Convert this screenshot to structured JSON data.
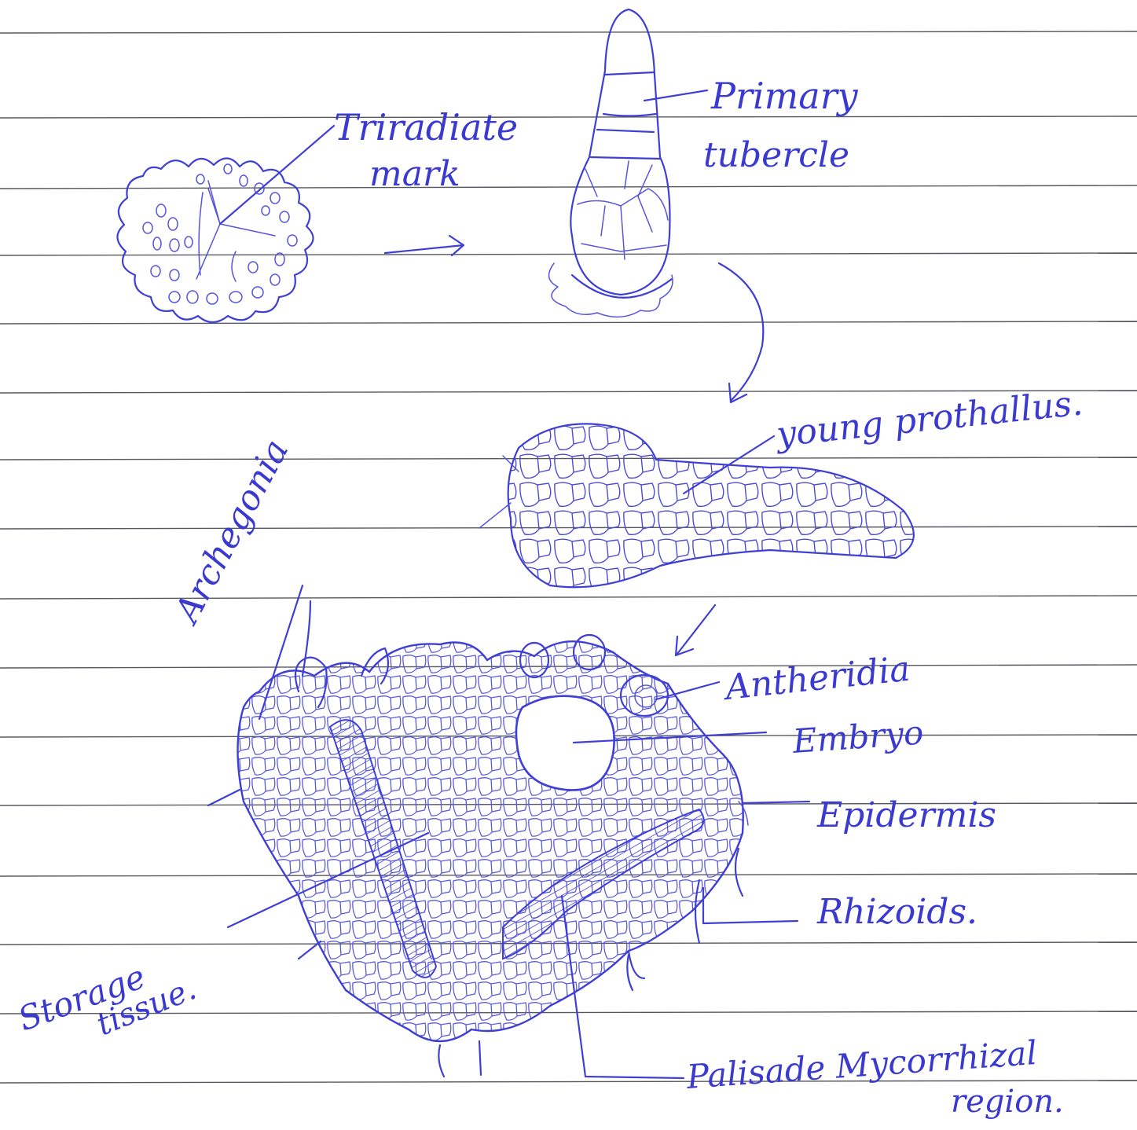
{
  "labels": {
    "triradiate": "Triradiate",
    "mark": "mark",
    "primary": "Primary",
    "tubercle": "tubercle",
    "young_prothallus": "young prothallus.",
    "archegonia": "Archegonia",
    "antheridia": "Antheridia",
    "embryo": "Embryo",
    "epidermis": "Epidermis",
    "rhizoids": "Rhizoids.",
    "storage": "Storage",
    "tissue": "tissue.",
    "palisade": "Palisade Mycorrhizal",
    "region": "region."
  },
  "colors": {
    "ink": "#3f3fd6",
    "rule": "#55585e",
    "paper": "#ffffff"
  }
}
